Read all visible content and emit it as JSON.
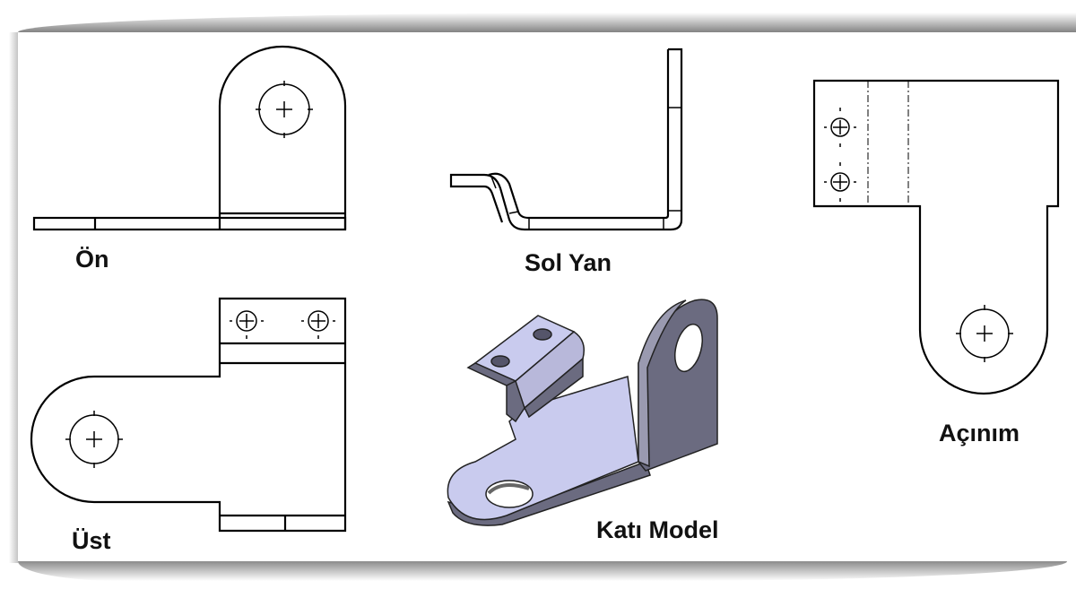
{
  "views": {
    "front": {
      "label": "Ön"
    },
    "left_side": {
      "label": "Sol Yan"
    },
    "top": {
      "label": "Üst"
    },
    "solid": {
      "label": "Katı Model"
    },
    "flat": {
      "label": "Açınım"
    }
  },
  "colors": {
    "solid_light": "#c9cbee",
    "solid_dark": "#6b6b80",
    "line": "#000000"
  }
}
